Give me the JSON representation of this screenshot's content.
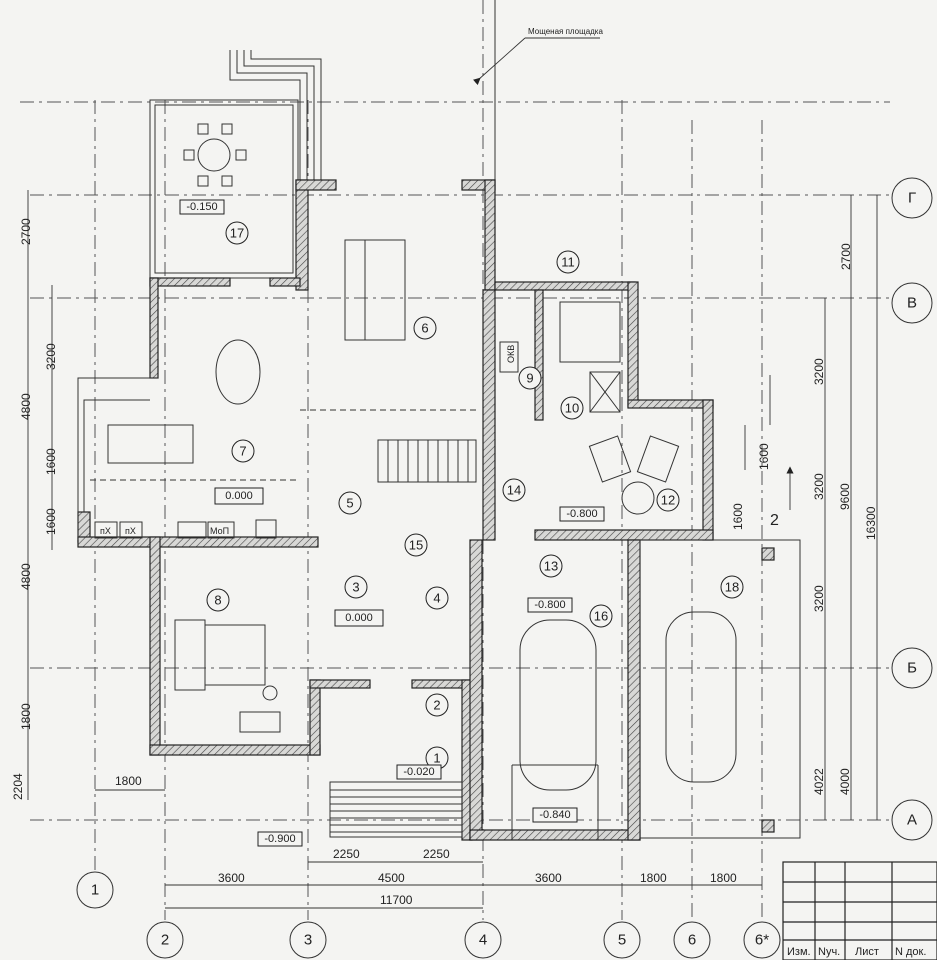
{
  "title_note": "Мощеная площадка",
  "axes": {
    "vertical": [
      "1",
      "2",
      "3",
      "4",
      "5",
      "6",
      "6*"
    ],
    "horizontal": [
      "Г",
      "В",
      "Б",
      "А"
    ]
  },
  "dimensions": {
    "left": [
      "2700",
      "3200",
      "4800",
      "1600",
      "1600",
      "4800",
      "1800",
      "2204"
    ],
    "right": [
      "2700",
      "3200",
      "1600",
      "1600",
      "3200",
      "3200",
      "4022",
      "4000",
      "9600",
      "16300"
    ],
    "bottom": [
      "1800",
      "2250",
      "4500",
      "2250",
      "3600",
      "4500",
      "3600",
      "1800",
      "1800",
      "11700"
    ]
  },
  "rooms": [
    "1",
    "2",
    "3",
    "4",
    "5",
    "6",
    "7",
    "8",
    "9",
    "10",
    "11",
    "12",
    "13",
    "14",
    "15",
    "16",
    "17",
    "18"
  ],
  "levels": {
    "terrace": "-0.150",
    "living": "0.000",
    "hall": "0.000",
    "entrance": "-0.020",
    "sauna": "-0.800",
    "garage_hall": "-0.800",
    "garage": "-0.840",
    "ground": "-0.900"
  },
  "labels": {
    "boiler": "ОКВ",
    "kitchen_a": "пХ",
    "kitchen_b": "пХ",
    "dishwasher": "МоП",
    "stair_mark": "2"
  },
  "title_block": {
    "headers": [
      "Изм.",
      "Nуч.",
      "Лист",
      "N док."
    ]
  }
}
